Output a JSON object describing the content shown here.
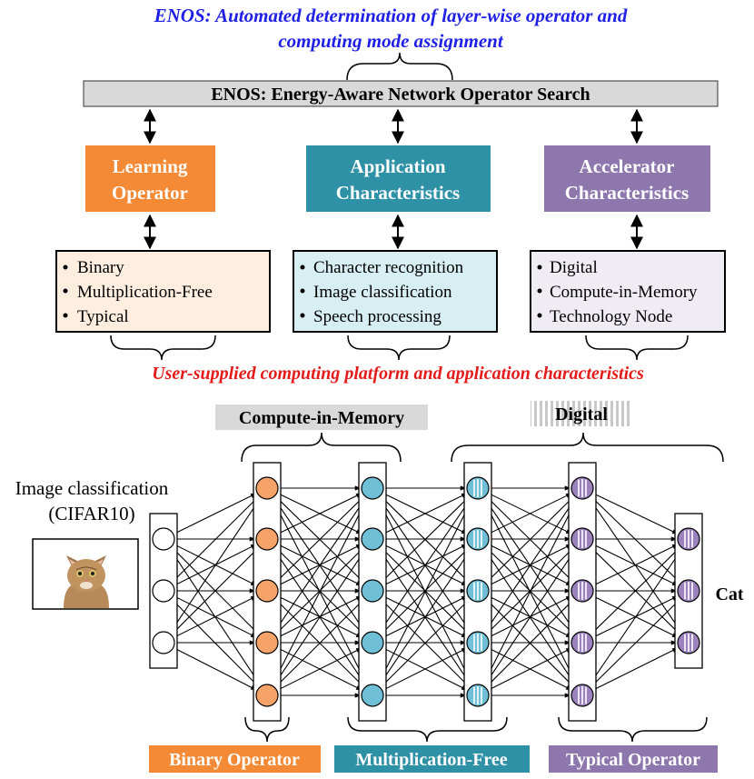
{
  "colors": {
    "orange": "#f58a36",
    "teal": "#2f91a6",
    "purple": "#8e77ad",
    "light_orange": "#fdeee0",
    "light_teal": "#d7eef2",
    "light_purple": "#efecf4",
    "node_orange": "#f6a36a",
    "node_teal": "#6fc0d6",
    "node_purple": "#9c82bd",
    "blue_text": "#1f1fe6",
    "red_text": "#e31b1b",
    "gray_bar": "#d9d9d9"
  },
  "header": {
    "title_line1": "ENOS: Automated determination of layer-wise operator and",
    "title_line2": "computing mode assignment",
    "enos_bar": "ENOS: Energy-Aware Network Operator Search"
  },
  "blocks": [
    {
      "id": "learning",
      "color": "orange",
      "line1": "Learning",
      "line2": "Operator",
      "items": [
        "Binary",
        "Multiplication-Free",
        "Typical"
      ]
    },
    {
      "id": "application",
      "color": "teal",
      "line1": "Application",
      "line2": "Characteristics",
      "items": [
        "Character recognition",
        "Image classification",
        "Speech processing"
      ]
    },
    {
      "id": "accelerator",
      "color": "purple",
      "line1": "Accelerator",
      "line2": "Characteristics",
      "items": [
        "Digital",
        "Compute-in-Memory",
        "Technology Node"
      ]
    }
  ],
  "user_supplied": "User-supplied computing platform and application characteristics",
  "network": {
    "cim_label": "Compute-in-Memory",
    "digital_label": "Digital",
    "input_label_line1": "Image classification",
    "input_label_line2": "(CIFAR10)",
    "input_image": "cat-photo",
    "output_label": "Cat",
    "layers": [
      {
        "id": "input",
        "nodes": 3,
        "kind": "input"
      },
      {
        "id": "l1",
        "nodes": 5,
        "kind": "binary"
      },
      {
        "id": "l2",
        "nodes": 5,
        "kind": "mf"
      },
      {
        "id": "l3",
        "nodes": 5,
        "kind": "mf-digital"
      },
      {
        "id": "l4",
        "nodes": 5,
        "kind": "typical"
      },
      {
        "id": "output",
        "nodes": 3,
        "kind": "typical"
      }
    ]
  },
  "legend": {
    "binary": "Binary Operator",
    "mf": "Multiplication-Free",
    "typical": "Typical Operator"
  }
}
